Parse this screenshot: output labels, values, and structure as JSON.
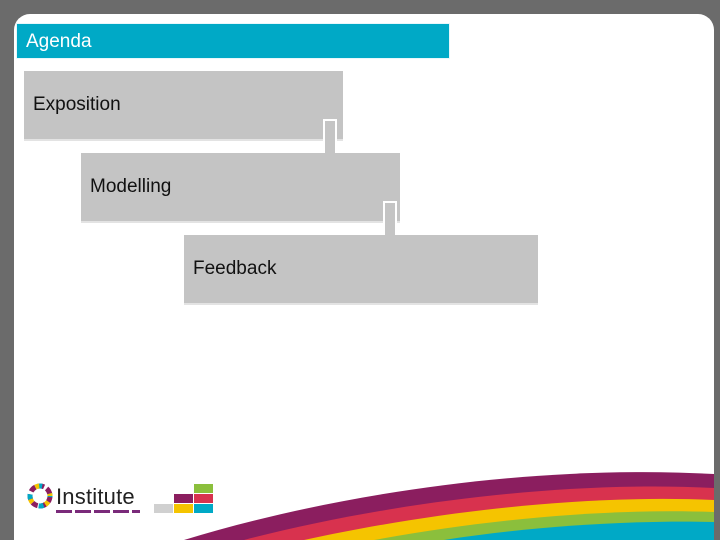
{
  "slide": {
    "title": "Agenda",
    "steps": [
      {
        "label": "Exposition"
      },
      {
        "label": "Modelling"
      },
      {
        "label": "Feedback"
      }
    ]
  },
  "footer": {
    "logo_text": "Institute"
  },
  "colors": {
    "title_bar": "#00a9c6",
    "step_fill": "#c4c4c4",
    "frame": "#6b6b6b",
    "wave_purple": "#8b1e5f",
    "wave_yellow": "#f5c400",
    "wave_cyan": "#00a9c6"
  }
}
